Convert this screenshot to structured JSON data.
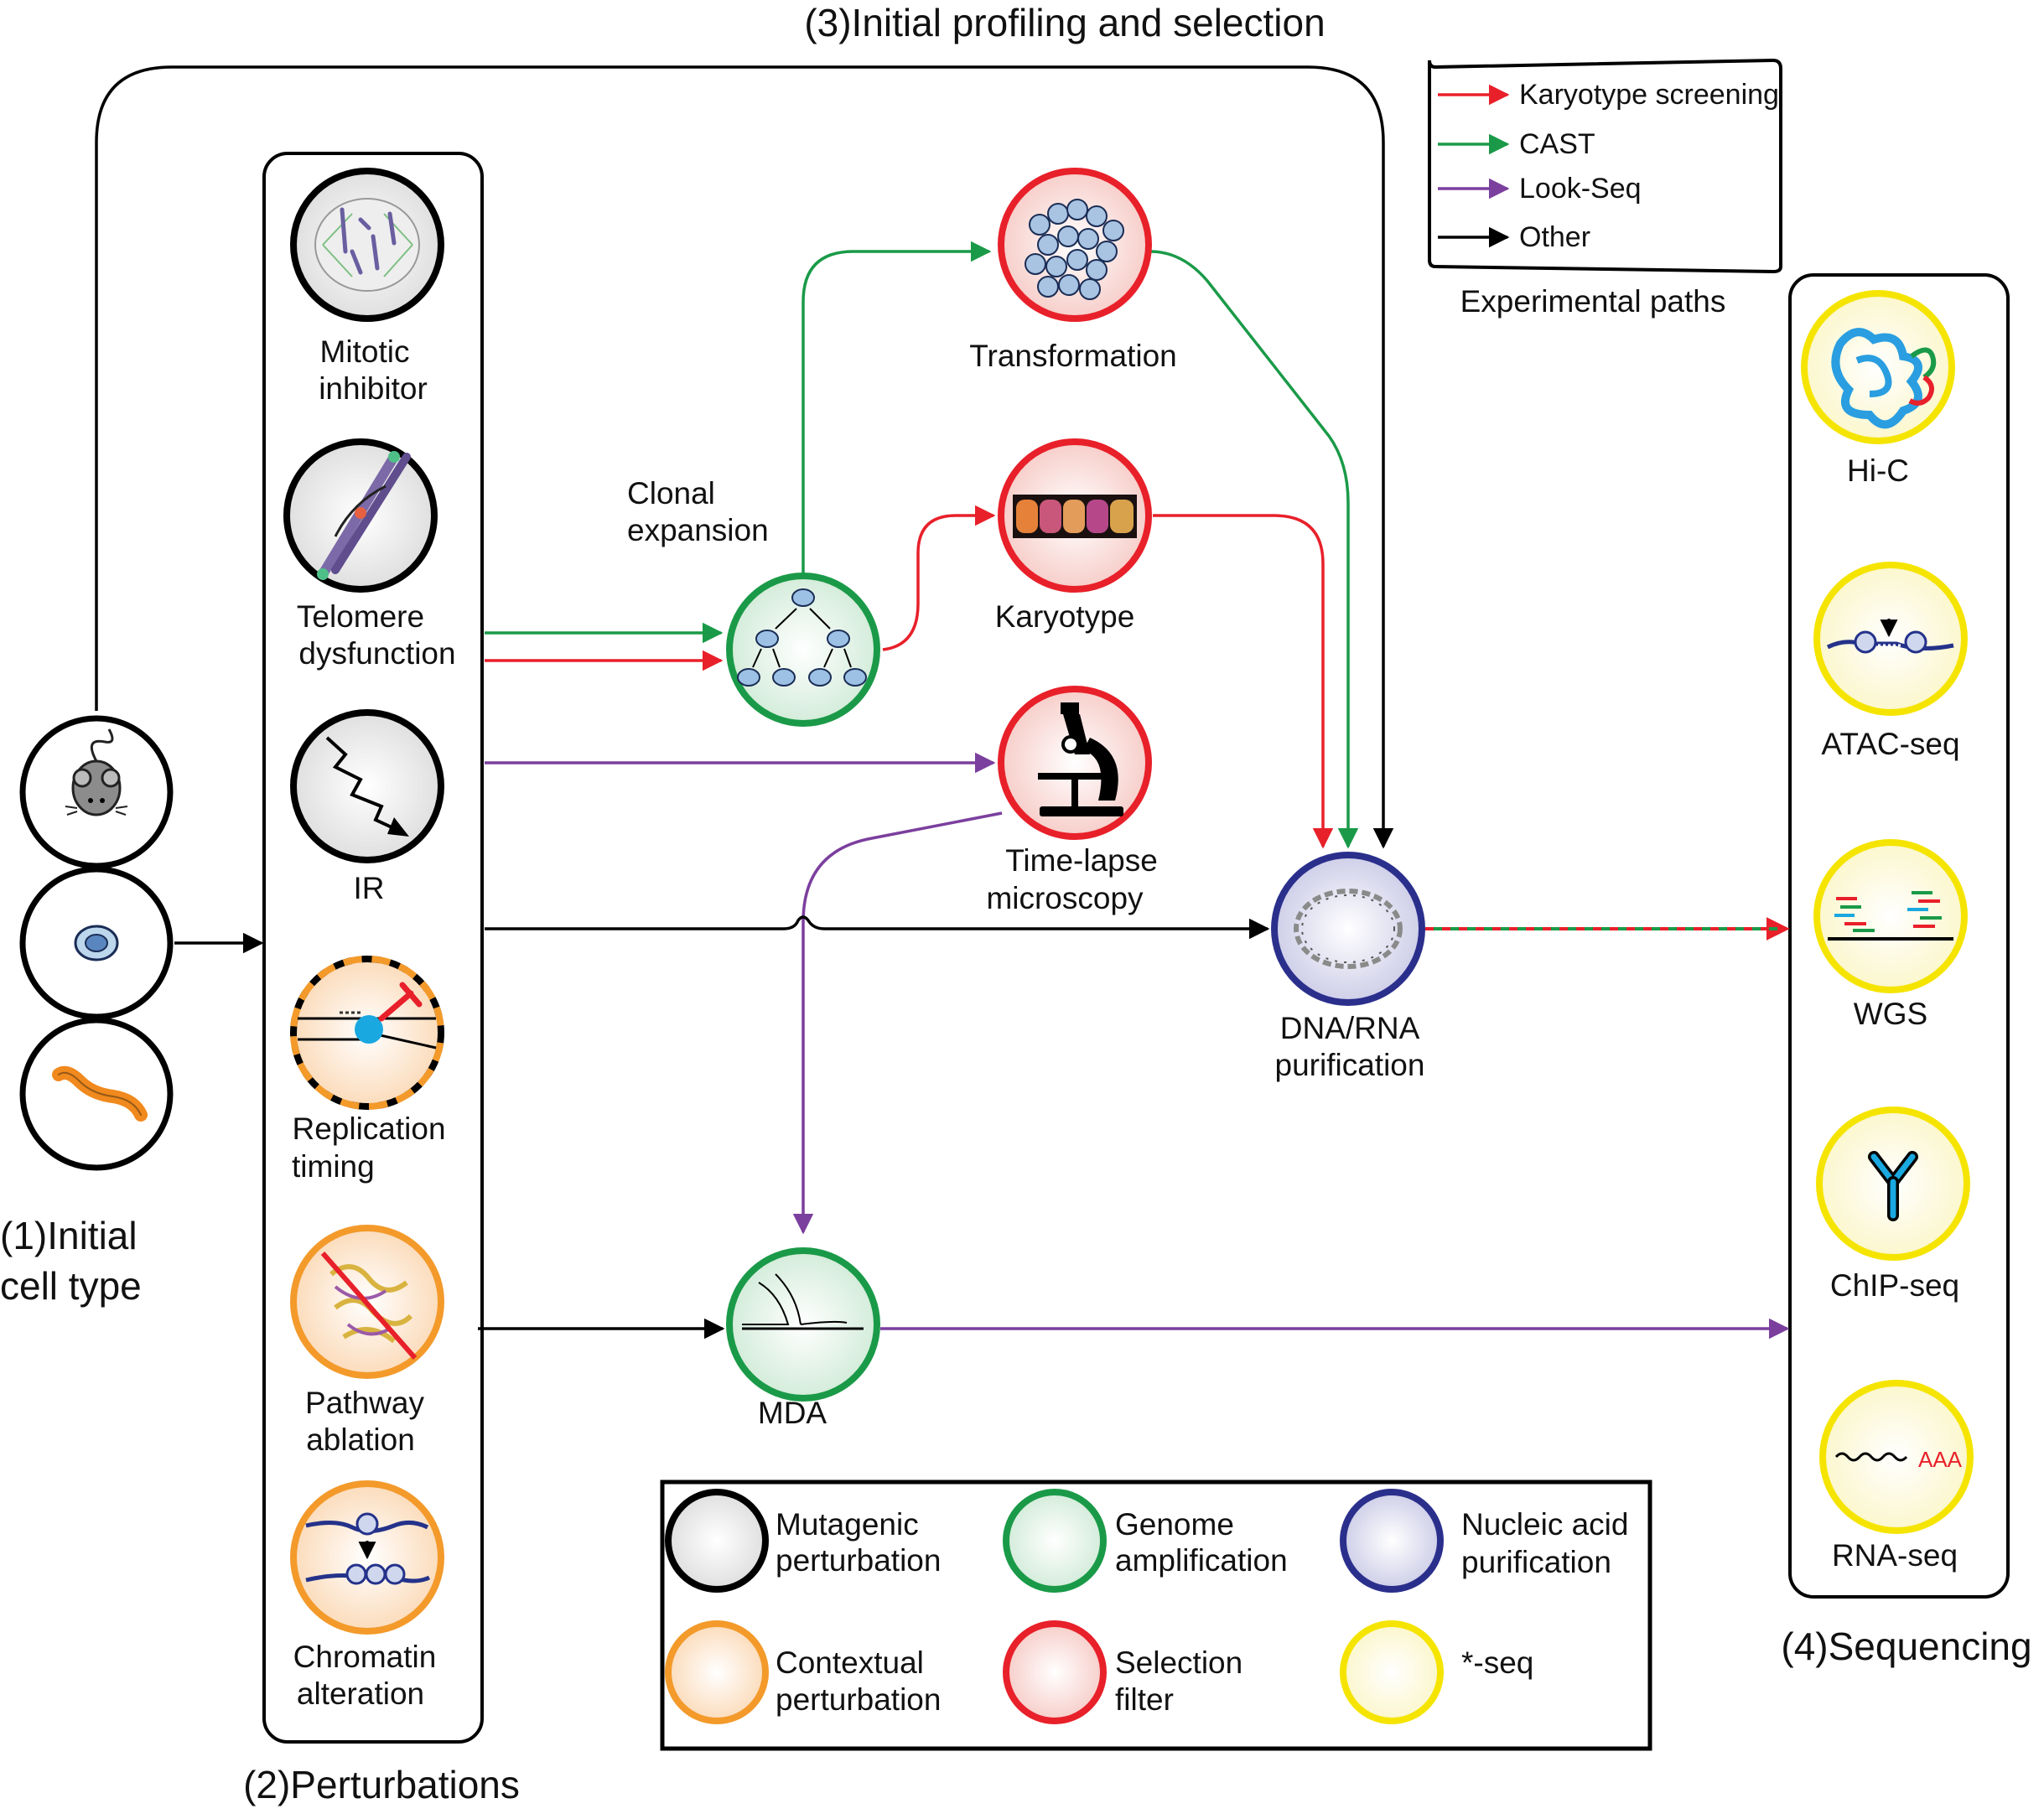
{
  "sections": {
    "initial_cell_type": "(1)Initial cell type",
    "initial_cell_type_line1": "(1)Initial",
    "initial_cell_type_line2": "cell type",
    "perturbations": "(2)Perturbations",
    "profiling": "(3)Initial profiling and selection",
    "sequencing": "(4)Sequencing"
  },
  "cell_types": [
    {
      "name": "mouse",
      "icon": "mouse-icon"
    },
    {
      "name": "cell",
      "icon": "cell-icon"
    },
    {
      "name": "worm",
      "icon": "worm-icon"
    }
  ],
  "perturbations": {
    "mitotic_inhibitor": {
      "line1": "Mitotic",
      "line2": "inhibitor"
    },
    "telomere_dysfunction": {
      "line1": "Telomere",
      "line2": "dysfunction"
    },
    "ir": {
      "line1": "IR"
    },
    "replication_timing": {
      "line1": "Replication",
      "line2": "timing"
    },
    "pathway_ablation": {
      "line1": "Pathway",
      "line2": "ablation"
    },
    "chromatin_alteration": {
      "line1": "Chromatin",
      "line2": "alteration"
    }
  },
  "middle": {
    "clonal_expansion": {
      "line1": "Clonal",
      "line2": "expansion"
    },
    "transformation": "Transformation",
    "karyotype": "Karyotype",
    "time_lapse": {
      "line1": "Time-lapse",
      "line2": "microscopy"
    },
    "dna_rna": {
      "line1": "DNA/RNA",
      "line2": "purification"
    },
    "mda": "MDA"
  },
  "sequencing": {
    "hic": "Hi-C",
    "atac": "ATAC-seq",
    "wgs": "WGS",
    "chip": "ChIP-seq",
    "rna": "RNA-seq",
    "polya": "AAA"
  },
  "experimental_paths": {
    "title": "Experimental paths",
    "items": [
      {
        "label": "Karyotype screening",
        "color": "#e8202a"
      },
      {
        "label": "CAST",
        "color": "#1a9a48"
      },
      {
        "label": "Look-Seq",
        "color": "#7b3f9e"
      },
      {
        "label": "Other",
        "color": "#000000"
      }
    ]
  },
  "key": {
    "mutagenic": {
      "line1": "Mutagenic",
      "line2": "perturbation",
      "color": "#000000"
    },
    "genome_amp": {
      "line1": "Genome",
      "line2": "amplification",
      "color": "#1a9a48"
    },
    "nucleic": {
      "line1": "Nucleic acid",
      "line2": "purification",
      "color": "#2b2f8c"
    },
    "contextual": {
      "line1": "Contextual",
      "line2": "perturbation",
      "color": "#f39a2b"
    },
    "selection": {
      "line1": "Selection",
      "line2": "filter",
      "color": "#e8202a"
    },
    "seq": {
      "line1": "*-seq",
      "color": "#f5e400"
    }
  }
}
